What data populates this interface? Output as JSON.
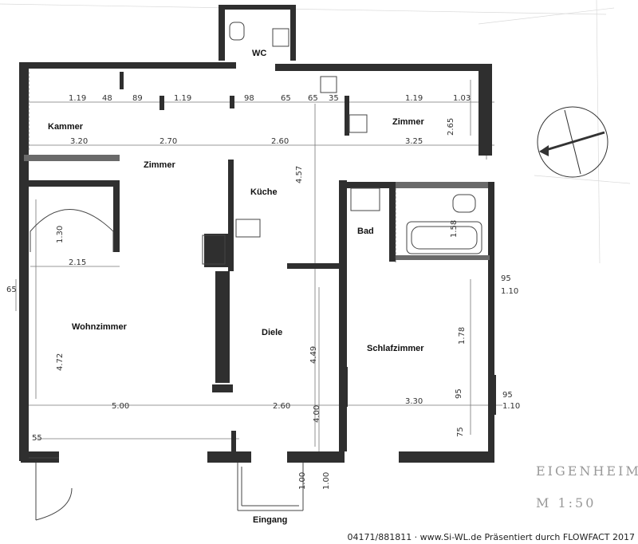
{
  "rooms": {
    "wc": "WC",
    "kammer": "Kammer",
    "zimmer_top_right": "Zimmer",
    "zimmer_mid": "Zimmer",
    "kueche": "Küche",
    "bad": "Bad",
    "wohnzimmer": "Wohnzimmer",
    "diele": "Diele",
    "schlafzimmer": "Schlafzimmer",
    "eingang": "Eingang"
  },
  "dimensions": {
    "d_119a": "1.19",
    "d_48": "48",
    "d_89": "89",
    "d_119b": "1.19",
    "d_98": "98",
    "d_65a": "65",
    "d_65b": "65",
    "d_35": "35",
    "d_119c": "1.19",
    "d_103": "1.03",
    "d_320": "3.20",
    "d_270": "2.70",
    "d_260a": "2.60",
    "d_325": "3.25",
    "d_265": "2.65",
    "d_457": "4.57",
    "d_130": "1.30",
    "d_215": "2.15",
    "d_472": "4.72",
    "d_500": "5.00",
    "d_260b": "2.60",
    "d_330": "3.30",
    "d_178": "1.78",
    "d_449": "4.49",
    "d_55": "55",
    "d_158": "1.58",
    "d_95a": "95",
    "d_110a": "1.10",
    "d_95b": "95",
    "d_110b": "1.10",
    "d_95c": "95",
    "d_65c": "65",
    "d_100": "1.00",
    "d_75": "75",
    "d_400": "4.00",
    "d_100b": "1.00"
  },
  "stamp": {
    "line1": "EIGENHEIM",
    "line2": "M 1:50"
  },
  "footer": "04171/881811 · www.Si-WL.de Präsentiert durch FLOWFACT 2017"
}
